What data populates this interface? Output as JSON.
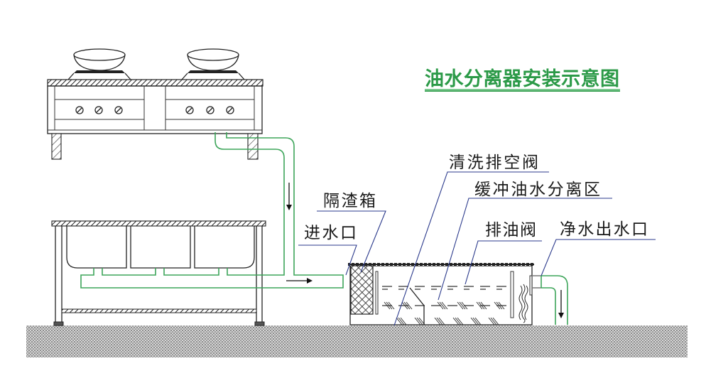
{
  "title": "油水分离器安装示意图",
  "labels": {
    "inlet": "进水口",
    "screen_box": "隔渣箱",
    "drain_valve": "清洗排空阀",
    "buffer_zone": "缓冲油水分离区",
    "oil_valve": "排油阀",
    "outlet": "净水出水口"
  },
  "colors": {
    "title": "#2c9a48",
    "title_underline": "#7cc98f",
    "pipe": "#3da55a",
    "leader": "#2b3a8c"
  }
}
